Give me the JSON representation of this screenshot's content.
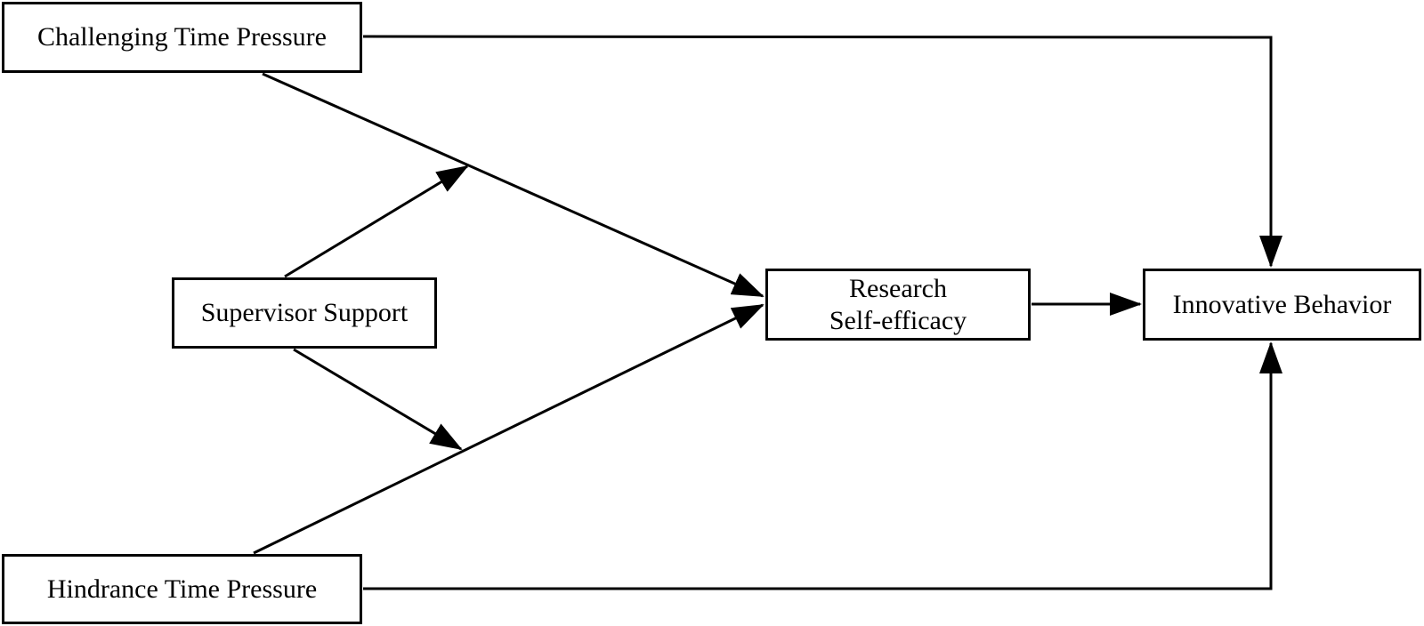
{
  "colors": {
    "stroke": "#000000",
    "background": "#ffffff"
  },
  "nodes": {
    "challenging_time_pressure": "Challenging Time Pressure",
    "supervisor_support": "Supervisor Support",
    "research_self_efficacy": [
      "Research",
      "Self-efficacy"
    ],
    "innovative_behavior": "Innovative Behavior",
    "hindrance_time_pressure": "Hindrance Time Pressure"
  },
  "edges": [
    {
      "from": "challenging_time_pressure",
      "to": "research_self_efficacy"
    },
    {
      "from": "hindrance_time_pressure",
      "to": "research_self_efficacy"
    },
    {
      "from": "challenging_time_pressure",
      "to": "innovative_behavior"
    },
    {
      "from": "hindrance_time_pressure",
      "to": "innovative_behavior"
    },
    {
      "from": "research_self_efficacy",
      "to": "innovative_behavior"
    },
    {
      "from": "supervisor_support",
      "to": "path:challenging_time_pressure->research_self_efficacy"
    },
    {
      "from": "supervisor_support",
      "to": "path:hindrance_time_pressure->research_self_efficacy"
    }
  ]
}
